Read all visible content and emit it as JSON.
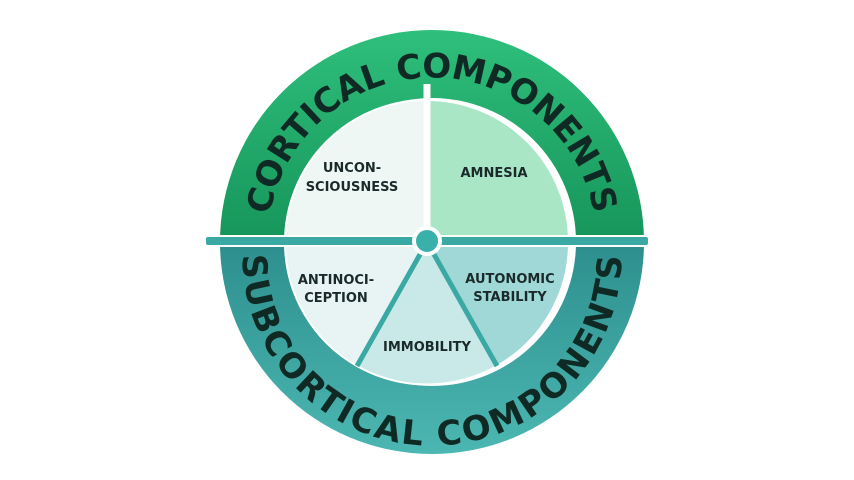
{
  "top_label": "CORTICAL COMPONENTS",
  "bottom_label": "SUBCORTICAL COMPONENTS",
  "segments": {
    "unconsciousness": {
      "line1": "UNCON-",
      "line2": "SCIOUSNESS"
    },
    "amnesia": {
      "line1": "AMNESIA"
    },
    "antinociception": {
      "line1": "ANTINOCI-",
      "line2": "CEPTION"
    },
    "immobility": {
      "line1": "IMMOBILITY"
    },
    "autonomic_stability": {
      "line1": "AUTONOMIC",
      "line2": "STABILITY"
    }
  },
  "colors": {
    "top_ring": "#1fa866",
    "bottom_ring": "#3aa3a0",
    "unconsciousness": "#eef7f3",
    "amnesia": "#a8e6c6",
    "antinociception": "#e8f4f4",
    "immobility": "#c9e9e8",
    "autonomic_stability": "#9fd8d6",
    "divider": "#3aa9a4",
    "center_dot": "#3ab0aa"
  }
}
